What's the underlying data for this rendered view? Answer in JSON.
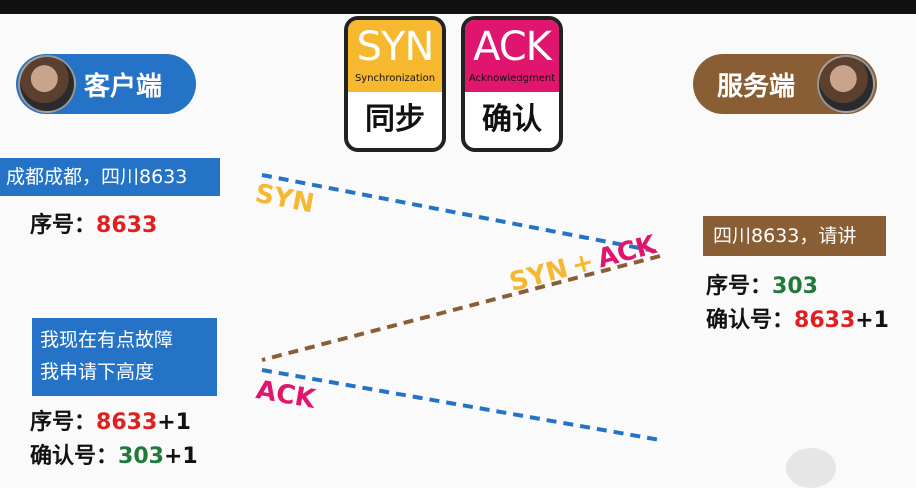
{
  "client": {
    "label": "客户端"
  },
  "server": {
    "label": "服务端"
  },
  "cards": {
    "syn": {
      "abbr": "SYN",
      "full": "Synchronization",
      "cn": "同步",
      "color": "#f5b82e"
    },
    "ack": {
      "abbr": "ACK",
      "full": "Acknowledgment",
      "cn": "确认",
      "color": "#e0166e"
    }
  },
  "messages": {
    "client_first": "成都成都，四川8633",
    "client_third_line1": "我现在有点故障",
    "client_third_line2": "我申请下高度",
    "server_reply": "四川8633，请讲"
  },
  "fields": {
    "seq_label": "序号：",
    "ack_label": "确认号：",
    "client_seq1": "8633",
    "server_seq": "303",
    "server_ack_num": "8633",
    "server_ack_plus": "+1",
    "client_seq3_num": "8633",
    "client_seq3_plus": "+1",
    "client_ack3_num": "303",
    "client_ack3_plus": "+1"
  },
  "arrows": {
    "syn": "SYN",
    "synack_syn": "SYN",
    "synack_plus": "+",
    "synack_ack": "ACK",
    "ack": "ACK",
    "colors": {
      "blue": "#2573c6",
      "brown": "#8a5e35"
    }
  }
}
